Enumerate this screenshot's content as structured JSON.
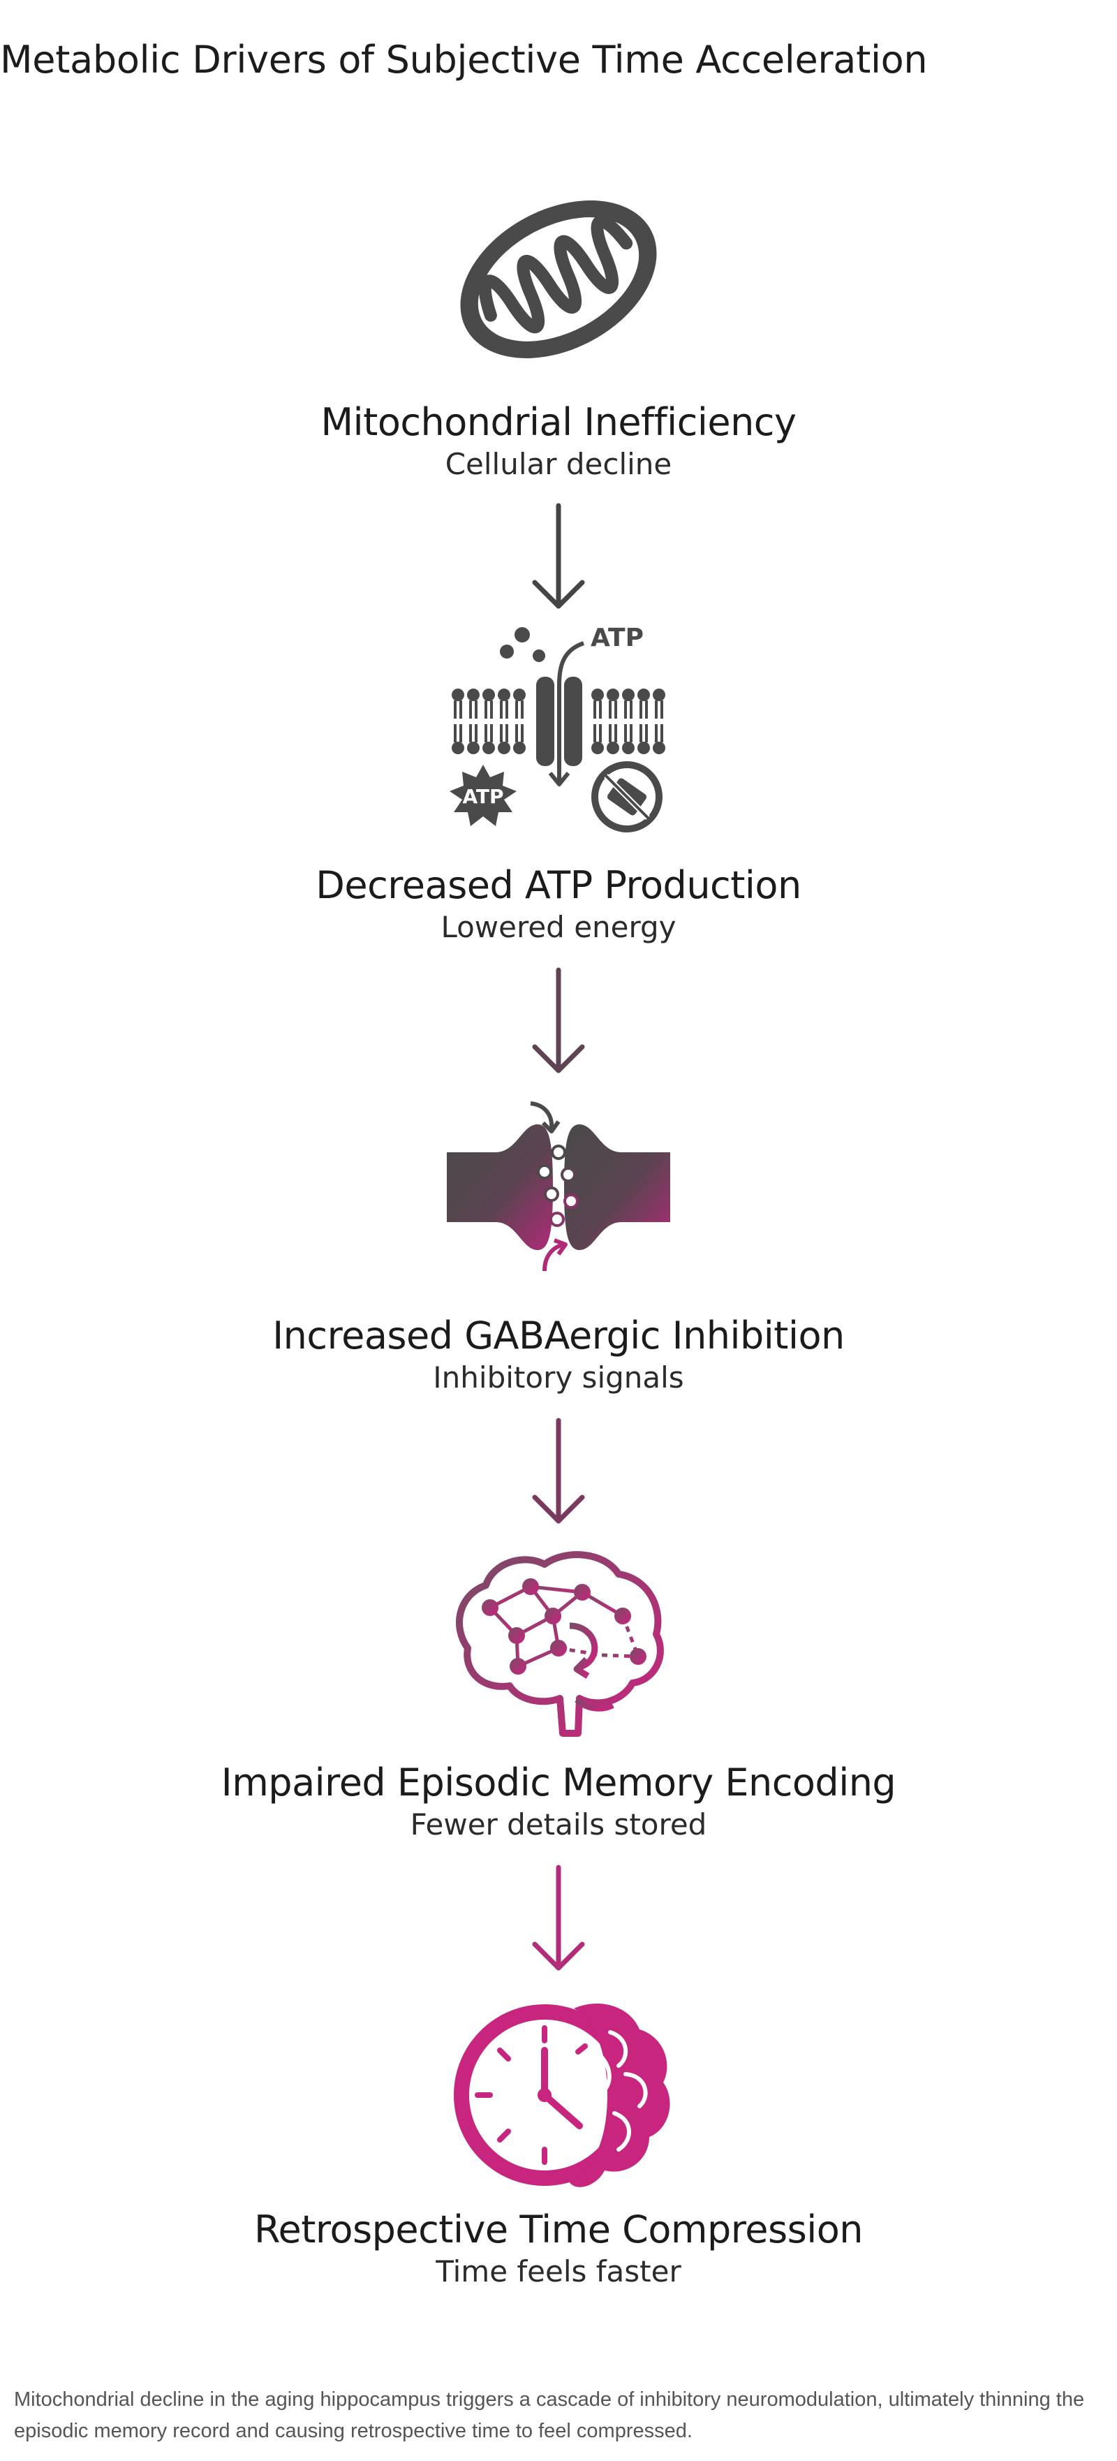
{
  "title": "Metabolic Drivers of Subjective Time Acceleration",
  "steps": [
    {
      "title": "Mitochondrial Inefficiency",
      "subtitle": "Cellular decline",
      "icon": "mitochondrion-icon"
    },
    {
      "title": "Decreased ATP Production",
      "subtitle": "Lowered energy",
      "icon": "atp-membrane-icon",
      "icon_text": [
        "ATP",
        "ATP"
      ]
    },
    {
      "title": "Increased GABAergic Inhibition",
      "subtitle": "Inhibitory signals",
      "icon": "synapse-icon"
    },
    {
      "title": "Impaired Episodic Memory Encoding",
      "subtitle": "Fewer details stored",
      "icon": "brain-network-icon"
    },
    {
      "title": "Retrospective Time Compression",
      "subtitle": "Time feels faster",
      "icon": "clock-brain-icon"
    }
  ],
  "caption": "Mitochondrial decline in the aging hippocampus triggers a cascade of inhibitory neuromodulation, ultimately thinning the episodic memory record and causing retrospective time to feel compressed.",
  "colors": {
    "dark": "#4a4a4a",
    "magenta": "#c8257e",
    "arrow_1": "#444444",
    "arrow_2": "#5e4452",
    "arrow_3": "#7a3a5e",
    "arrow_4": "#b22c7a"
  }
}
